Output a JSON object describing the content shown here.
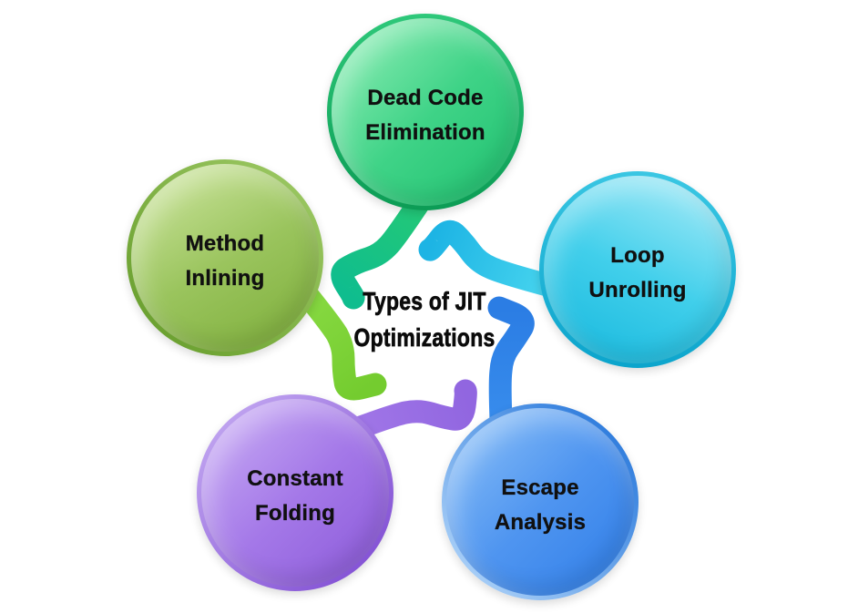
{
  "title": {
    "line1": "Types of JIT",
    "line2": "Optimizations"
  },
  "nodes": [
    {
      "id": "dead-code-elimination",
      "label_line1": "Dead Code",
      "label_line2": "Elimination",
      "colors": {
        "c1": "#98f1bc",
        "c2": "#3fd387",
        "c3": "#1fc06f",
        "rim1": "#2ec87a",
        "rim2": "#0c9c55",
        "r1": "#26ca74",
        "r2": "#0fbd8e"
      }
    },
    {
      "id": "loop-unrolling",
      "label_line1": "Loop",
      "label_line2": "Unrolling",
      "colors": {
        "c1": "#b3eef9",
        "c2": "#41cfeb",
        "c3": "#14b6dc",
        "rim1": "#3cc8e4",
        "rim2": "#0aa3cb",
        "r1": "#49d6ef",
        "r2": "#1db4e4"
      }
    },
    {
      "id": "escape-analysis",
      "label_line1": "Escape",
      "label_line2": "Analysis",
      "colors": {
        "c1": "#8fc3f8",
        "c2": "#4f95f0",
        "c3": "#2e7de8",
        "rim1": "#bcdcfb",
        "rim2": "#1a6ed8",
        "r1": "#3a8fee",
        "r2": "#2b7de4"
      }
    },
    {
      "id": "constant-folding",
      "label_line1": "Constant",
      "label_line2": "Folding",
      "colors": {
        "c1": "#cdb3f6",
        "c2": "#a478e8",
        "c3": "#8a58d8",
        "rim1": "#c9b0f4",
        "rim2": "#7a45d0",
        "r1": "#a379e9",
        "r2": "#9166e0"
      }
    },
    {
      "id": "method-inlining",
      "label_line1": "Method",
      "label_line2": "Inlining",
      "colors": {
        "c1": "#d3e9a6",
        "c2": "#9ac45d",
        "c3": "#7cad39",
        "rim1": "#a1cc68",
        "rim2": "#639a28",
        "r1": "#8bdc45",
        "r2": "#74cc2f"
      }
    }
  ]
}
